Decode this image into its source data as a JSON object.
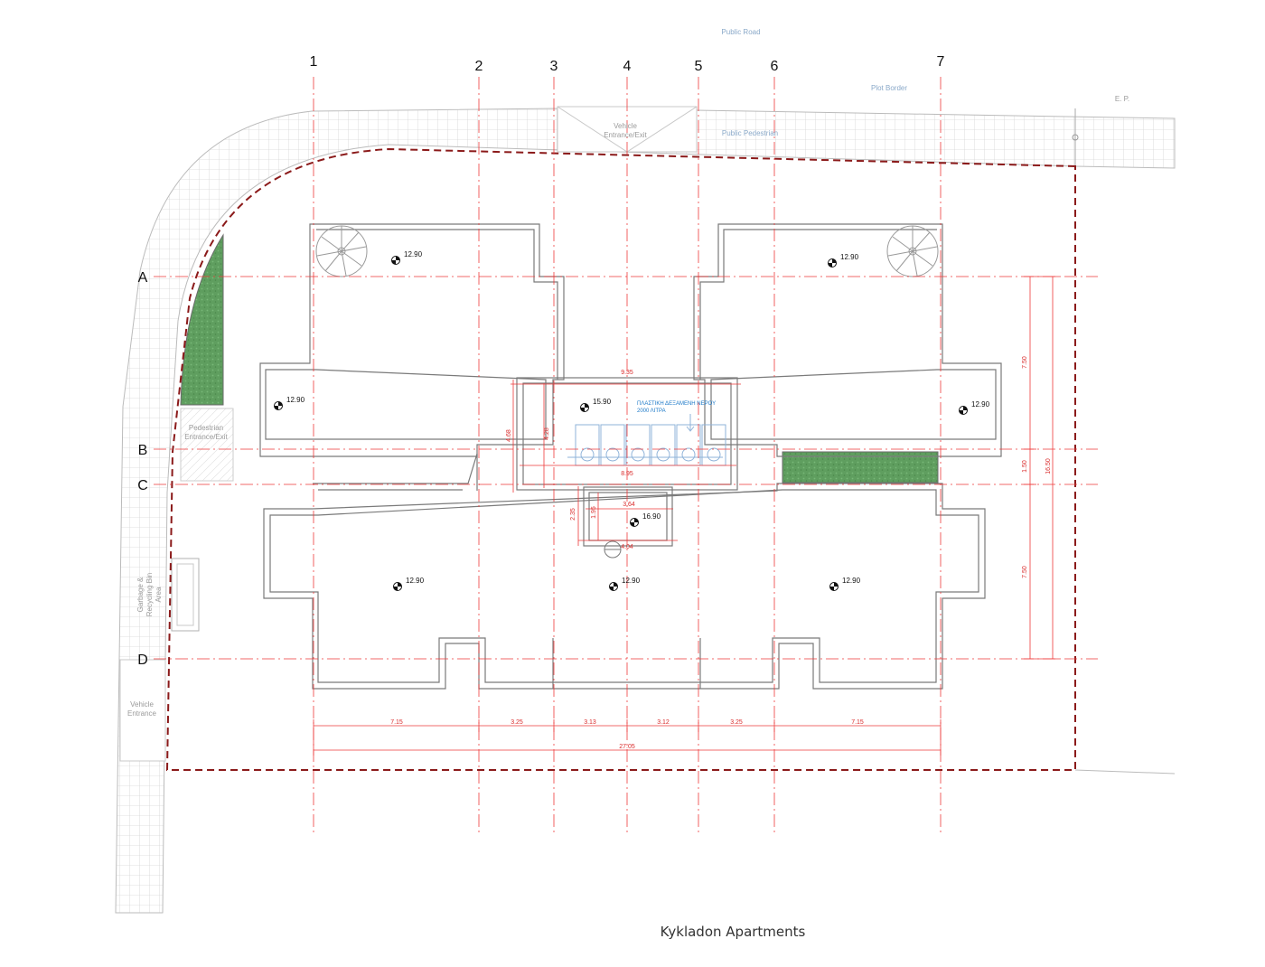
{
  "title": "Kykladon Apartments",
  "annotations": {
    "public_road": "Public Road",
    "plot_border": "Plot Border",
    "public_pedestrian": "Public Pedestrian",
    "vehicle_entrance_exit": [
      "Vehicle",
      "Entrance/Exit"
    ],
    "ep": "E. P.",
    "pedestrian_entrance": [
      "Pedestrian",
      "Entrance/Exit"
    ],
    "garbage_area": [
      "Garbage &",
      "Recycling Bin",
      "Area"
    ],
    "vehicle_entrance": [
      "Vehicle",
      "Entrance"
    ],
    "water_tank": [
      "ΠΛΑΣΤΙΚΗ ΔΕΞΑΜΕΝΗ ΝΕΡΟΥ",
      "2000 ΛΙΤΡΑ"
    ]
  },
  "grid": {
    "columns": [
      "1",
      "2",
      "3",
      "4",
      "5",
      "6",
      "7"
    ],
    "rows": [
      "A",
      "B",
      "C",
      "D"
    ]
  },
  "levels": [
    "12.90",
    "12.90",
    "12.90",
    "12.90",
    "15.90",
    "16.90",
    "12.90",
    "12.90",
    "12.90"
  ],
  "dimensions": {
    "bottom_spans": [
      "7.15",
      "3.25",
      "3.13",
      "3.12",
      "3.25",
      "7.15"
    ],
    "bottom_total": "27.05",
    "right_spans": [
      "7.50",
      "1.50",
      "7.50"
    ],
    "right_total": "16.50",
    "tank_room": [
      "9.35",
      "8.95",
      "4.68",
      "4.28"
    ],
    "stair_box": [
      "3.64",
      "4.04",
      "2.35",
      "1.95"
    ]
  },
  "colors": {
    "grid_red": "#ee3a3a",
    "boundary": "#8b1a1a",
    "wall": "#7a7a7a",
    "green": "#5d9a5d",
    "blue_note": "#1c79c8"
  }
}
